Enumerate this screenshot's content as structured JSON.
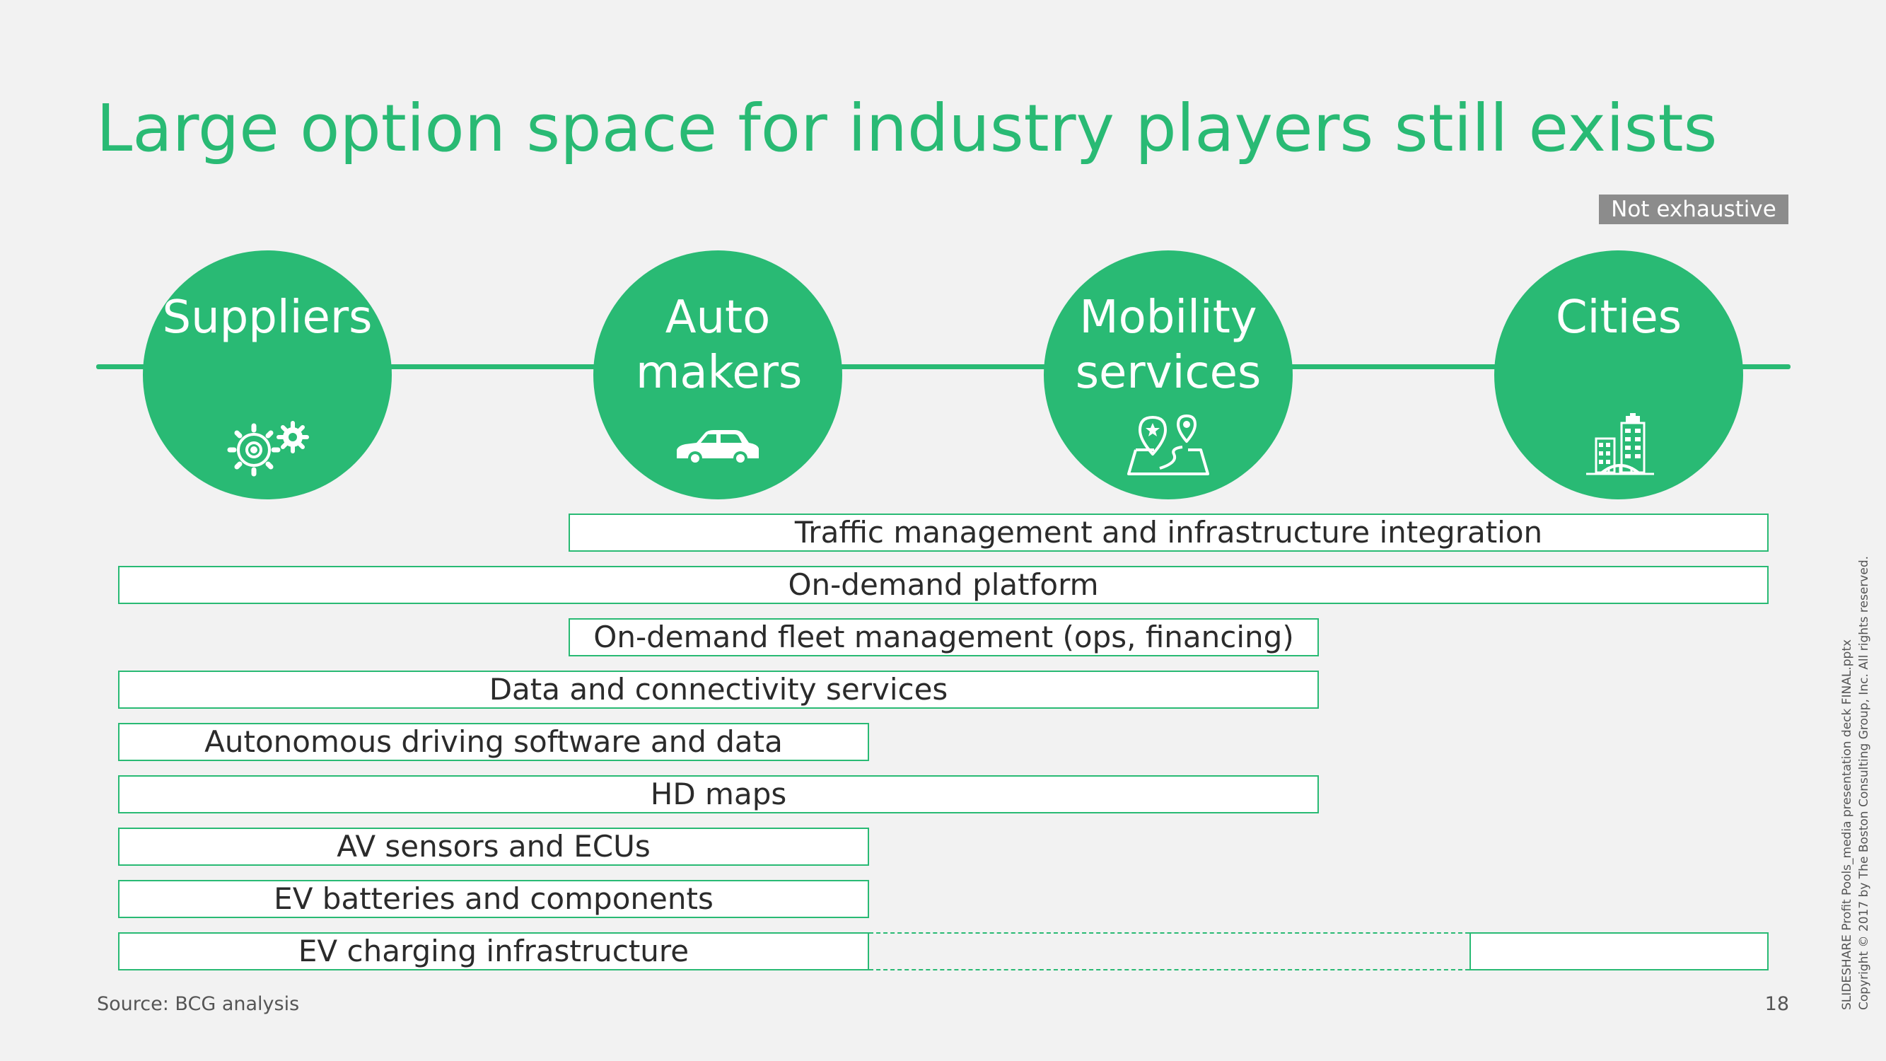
{
  "slide": {
    "title": "Large option space for industry players still exists",
    "badge": "Not exhaustive",
    "source": "Source: BCG analysis",
    "page_number": "18",
    "copyright_line1": "SLIDESHARE Profit Pools_media presentation deck FINAL.pptx",
    "copyright_line2": "Copyright © 2017 by The Boston Consulting Group, Inc. All rights reserved."
  },
  "players": [
    {
      "label": "Suppliers",
      "icon": "gears-icon"
    },
    {
      "label": "Auto makers",
      "icon": "car-icon"
    },
    {
      "label": "Mobility services",
      "icon": "map-pins-icon"
    },
    {
      "label": "Cities",
      "icon": "city-buildings-icon"
    }
  ],
  "options": [
    {
      "label": "Traffic management and infrastructure integration",
      "span": "Auto makers – Cities"
    },
    {
      "label": "On-demand platform",
      "span": "Suppliers – Cities"
    },
    {
      "label": "On-demand fleet management (ops, financing)",
      "span": "Auto makers – Mobility services"
    },
    {
      "label": "Data and connectivity services",
      "span": "Suppliers – Mobility services"
    },
    {
      "label": "Autonomous driving software and data",
      "span": "Suppliers – Auto makers"
    },
    {
      "label": "HD maps",
      "span": "Suppliers – Mobility services"
    },
    {
      "label": "AV sensors and ECUs",
      "span": "Suppliers – Auto makers"
    },
    {
      "label": "EV batteries and components",
      "span": "Suppliers – Auto makers"
    },
    {
      "label": "EV charging infrastructure",
      "span": "Suppliers – Auto makers; Cities (dashed gap)"
    }
  ],
  "colors": {
    "accent": "#29ba74",
    "badge": "#8c8c8c",
    "background": "#f2f2f2"
  }
}
